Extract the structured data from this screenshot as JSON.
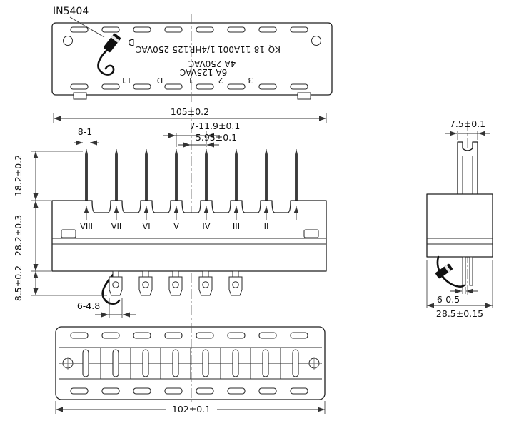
{
  "diode_label": "IN5404",
  "top_view": {
    "print_model": "KQ-18-11A001",
    "print_rating_hp": "1/4HP.125-250VAC",
    "print_rating_250v": "4A 250VAC",
    "print_rating_125v": "6A 125VAC",
    "print_mark_d": "D",
    "terminal_marks": [
      "L1",
      "D",
      "1",
      "2",
      "3"
    ]
  },
  "front_view": {
    "dim_overall_width": "105±0.2",
    "dim_pin_count": "8-1",
    "dim_pin_pitch": "7-11.9±0.1",
    "dim_half_pitch": "5.95±0.1",
    "dim_pin_height": "18.2±0.2",
    "dim_body_height": "28.2±0.3",
    "dim_terminal_height": "8.5±0.2",
    "dim_terminal_width": "6-4.8",
    "pin_labels": [
      "VIII",
      "VII",
      "VI",
      "V",
      "IV",
      "III",
      "II"
    ]
  },
  "side_view": {
    "dim_top_width": "7.5±0.1",
    "dim_terminal_thickness": "6-0.5",
    "dim_depth": "28.5±0.15"
  },
  "bottom_view": {
    "dim_mounting_width": "102±0.1"
  }
}
